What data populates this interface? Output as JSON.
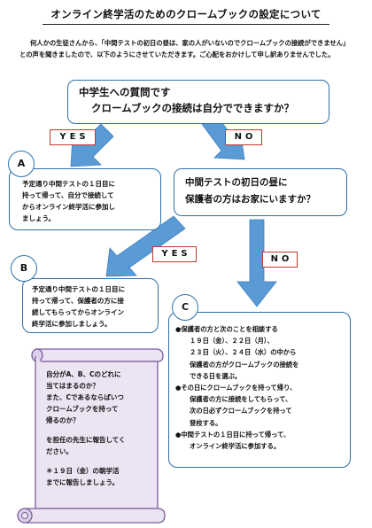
{
  "title": "オンライン終学活のためのクロームブックの設定について",
  "intro": "何人かの生徒さんから、「中間テストの初日の昼は、家の人がいないのでクロームブックの接続ができません」との声を聞きましたので、以下のようにさせていただきます。ご心配をおかけして申し訳ありませんでした。",
  "question1": {
    "line1": "中学生への質問です",
    "line2": "クロームブックの接続は自分でできますか？"
  },
  "question2": {
    "line1": "中間テストの初日の昼に",
    "line2": "保護者の方はお家にいますか？"
  },
  "tags": {
    "yes1": "YES",
    "no1": "NO",
    "yes2": "YES",
    "no2": "NO"
  },
  "option_a": {
    "label": "A",
    "lines": [
      "予定通り中間テストの１日目に",
      "持って帰って、自分で接続して",
      "からオンライン終学活に参加し",
      "ましょう。"
    ]
  },
  "option_b": {
    "label": "B",
    "lines": [
      "予定通り中間テストの１日目に",
      "持って帰って、保護者の方に接",
      "続してもらってからオンライン",
      "終学活に参加しましょう。"
    ]
  },
  "option_c": {
    "label": "C",
    "lines": [
      "●保護者の方と次のことを相談する",
      "１９日（金）、２２日（月）、",
      "２３日（火）、２４日（水）の中から",
      "保護者の方がクロームブックの接続を",
      "できる日を選ぶ。",
      "●その日にクロームブックを持って帰り、",
      "保護者の方に接続をしてもらって、",
      "次の日必ずクロームブックを持って",
      "登校する。",
      "●中間テストの１日目に持って帰って、",
      "オンライン終学活に参加する。"
    ]
  },
  "notice": {
    "lines": [
      "自分がA、B、Cのどれに",
      "当てはまるのか？",
      "また、Cであるならばいつ",
      "クロームブックを持って",
      "帰るのか？"
    ],
    "report_lines": [
      "を担任の先生に報告してく",
      "ださい。"
    ],
    "deadline_lines": [
      "＊１９日（金）の朝学活",
      "までに報告しましょう。"
    ]
  },
  "colors": {
    "box_border": "#2d6fa8",
    "arrow_fill": "#5b9bd5",
    "tag_border": "#c0392b",
    "scroll_fill": "#ece4f3",
    "scroll_stroke": "#7b5e9b"
  }
}
